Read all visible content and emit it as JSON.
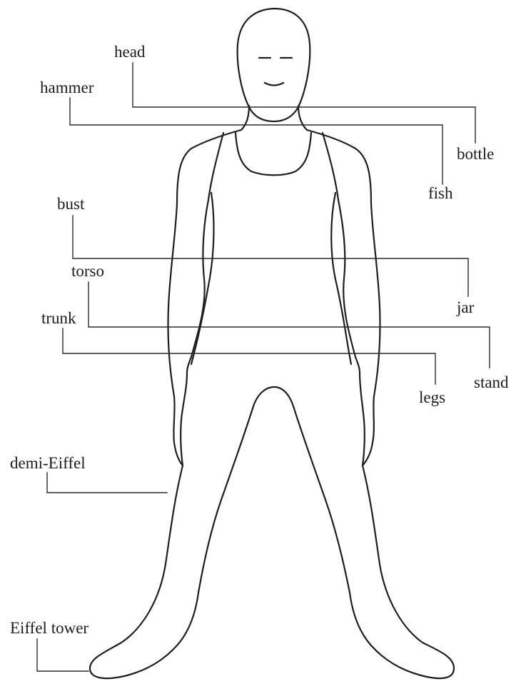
{
  "labels": {
    "head": "head",
    "hammer": "hammer",
    "bottle": "bottle",
    "fish": "fish",
    "bust": "bust",
    "torso": "torso",
    "jar": "jar",
    "trunk": "trunk",
    "stand": "stand",
    "legs": "legs",
    "demi_eiffel": "demi-Eiffel",
    "eiffel_tower": "Eiffel tower"
  },
  "colors": {
    "ink": "#1e1e1e",
    "background": "#ffffff"
  }
}
